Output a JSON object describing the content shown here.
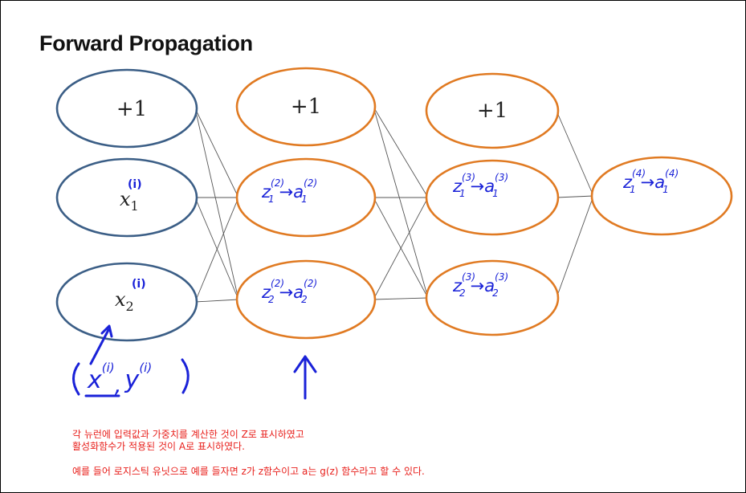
{
  "title": "Forward Propagation",
  "layers": [
    {
      "bias": "+1",
      "nodes": [
        {
          "var": "x",
          "sub": "1",
          "sup": "(i)"
        },
        {
          "var": "x",
          "sub": "2",
          "sup": "(i)"
        }
      ]
    },
    {
      "bias": "+1",
      "nodes": [
        {
          "z": "z",
          "zsub": "1",
          "zsup": "(2)",
          "arrow": "→",
          "a": "a",
          "asub": "1",
          "asup": "(2)"
        },
        {
          "z": "z",
          "zsub": "2",
          "zsup": "(2)",
          "arrow": "→",
          "a": "a",
          "asub": "2",
          "asup": "(2)"
        }
      ]
    },
    {
      "bias": "+1",
      "nodes": [
        {
          "z": "z",
          "zsub": "1",
          "zsup": "(3)",
          "arrow": "→",
          "a": "a",
          "asub": "1",
          "asup": "(3)"
        },
        {
          "z": "z",
          "zsub": "2",
          "zsup": "(3)",
          "arrow": "→",
          "a": "a",
          "asub": "2",
          "asup": "(3)"
        }
      ]
    },
    {
      "nodes": [
        {
          "z": "z",
          "zsub": "1",
          "zsup": "(4)",
          "arrow": "→",
          "a": "a",
          "asub": "1",
          "asup": "(4)"
        }
      ]
    }
  ],
  "training_example": {
    "x": "x",
    "xsup": "(i)",
    "comma": ",",
    "y": "y",
    "ysup": "(i)"
  },
  "captions": [
    "각 뉴런에 입력값과 가중치를 계산한 것이 Z로 표시하였고",
    "활성화함수가 적용된 것이 A로 표시하였다.",
    "예를 들어 로지스틱 유닛으로 예를 들자면 z가 z함수이고 a는 g(z) 함수라고 할 수 있다."
  ],
  "colors": {
    "input_ellipse": "#3b5e86",
    "hidden_ellipse": "#e07a22",
    "handwriting": "#1a22d8",
    "caption": "#e8201c",
    "connection": "#555555"
  }
}
